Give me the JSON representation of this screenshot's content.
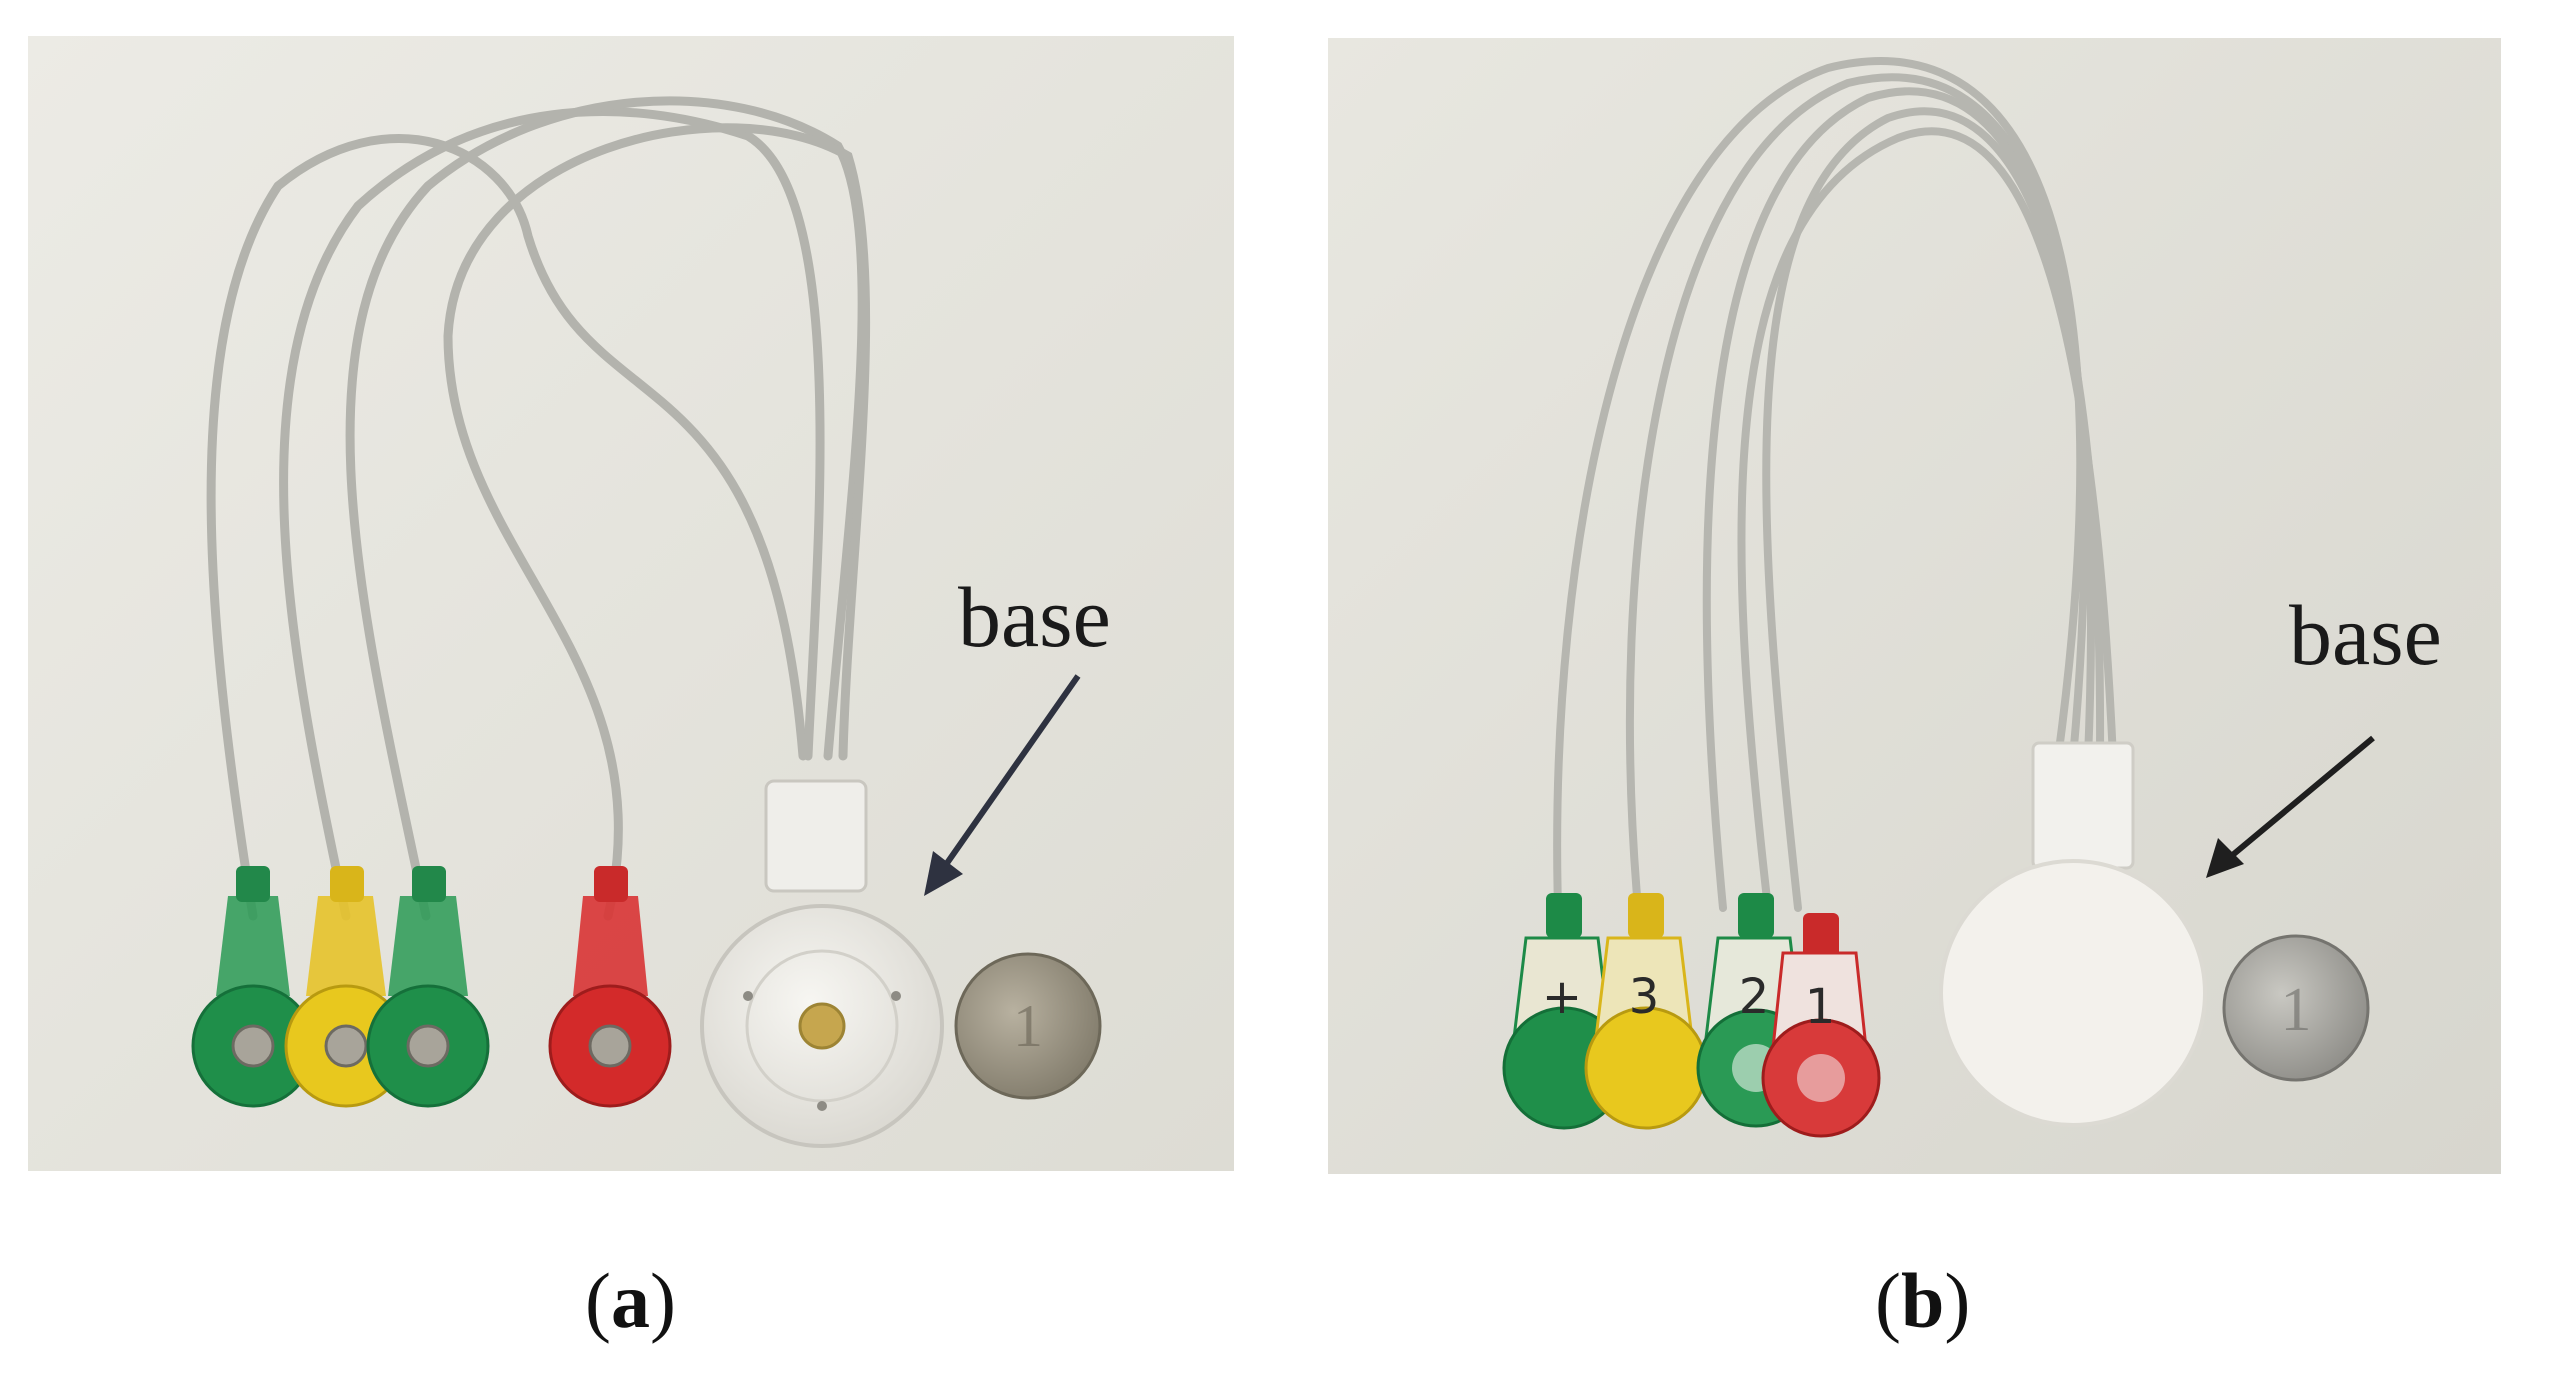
{
  "panels": [
    {
      "id": "a",
      "caption_open": "(",
      "caption_letter": "a",
      "caption_close": ")",
      "annotation": "base"
    },
    {
      "id": "b",
      "caption_open": "(",
      "caption_letter": "b",
      "caption_close": ")",
      "annotation": "base"
    }
  ],
  "connector_colors": {
    "green": "#1f8f4a",
    "yellow": "#e8c81e",
    "red": "#d32a2a",
    "cable": "#b8b8b2",
    "background": "#e9e8e1"
  },
  "connector_markings_b": [
    "+",
    "3",
    "2",
    "1"
  ]
}
